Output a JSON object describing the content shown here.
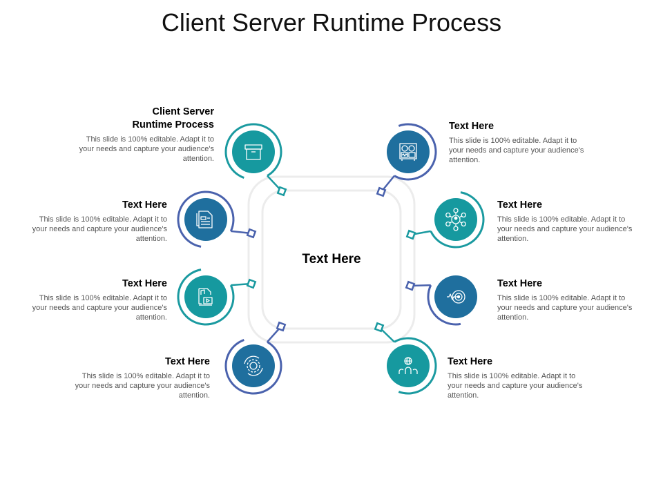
{
  "slide": {
    "title": "Client Server Runtime Process",
    "center_label": "Text Here"
  },
  "colors": {
    "teal": "#16999f",
    "blue": "#1f6f9e",
    "teal_arc": "#1a9aa0",
    "indigo_arc": "#4a62ad",
    "frame": "#ececec"
  },
  "nodes": [
    {
      "id": "n1",
      "side": "left",
      "icon": "archive-box-icon",
      "fill": "teal",
      "arc": "teal_arc",
      "heading": "Client Server Runtime Process",
      "description": "This slide is 100% editable. Adapt it to your needs and capture your audience's attention."
    },
    {
      "id": "n2",
      "side": "left",
      "icon": "document-icon",
      "fill": "blue",
      "arc": "indigo_arc",
      "heading": "Text Here",
      "description": "This slide is 100% editable. Adapt it to your needs and capture your audience's attention."
    },
    {
      "id": "n3",
      "side": "left",
      "icon": "media-file-icon",
      "fill": "teal",
      "arc": "teal_arc",
      "heading": "Text Here",
      "description": "This slide is 100% editable. Adapt it to your needs and capture your audience's attention."
    },
    {
      "id": "n4",
      "side": "left",
      "icon": "gear-cycle-icon",
      "fill": "blue",
      "arc": "indigo_arc",
      "heading": "Text Here",
      "description": "This slide is 100% editable. Adapt it to your needs and capture your audience's attention."
    },
    {
      "id": "n5",
      "side": "right",
      "icon": "control-panel-icon",
      "fill": "blue",
      "arc": "indigo_arc",
      "heading": "Text Here",
      "description": "This slide is 100% editable. Adapt it to your needs and capture your audience's attention."
    },
    {
      "id": "n6",
      "side": "right",
      "icon": "user-network-icon",
      "fill": "teal",
      "arc": "teal_arc",
      "heading": "Text Here",
      "description": "This slide is 100% editable. Adapt it to your needs and capture your audience's attention."
    },
    {
      "id": "n7",
      "side": "right",
      "icon": "target-pulse-icon",
      "fill": "blue",
      "arc": "indigo_arc",
      "heading": "Text Here",
      "description": "This slide is 100% editable. Adapt it to your needs and capture your audience's attention."
    },
    {
      "id": "n8",
      "side": "right",
      "icon": "global-team-icon",
      "fill": "teal",
      "arc": "teal_arc",
      "heading": "Text Here",
      "description": "This slide is 100% editable. Adapt it to your needs and capture your audience's attention."
    }
  ]
}
